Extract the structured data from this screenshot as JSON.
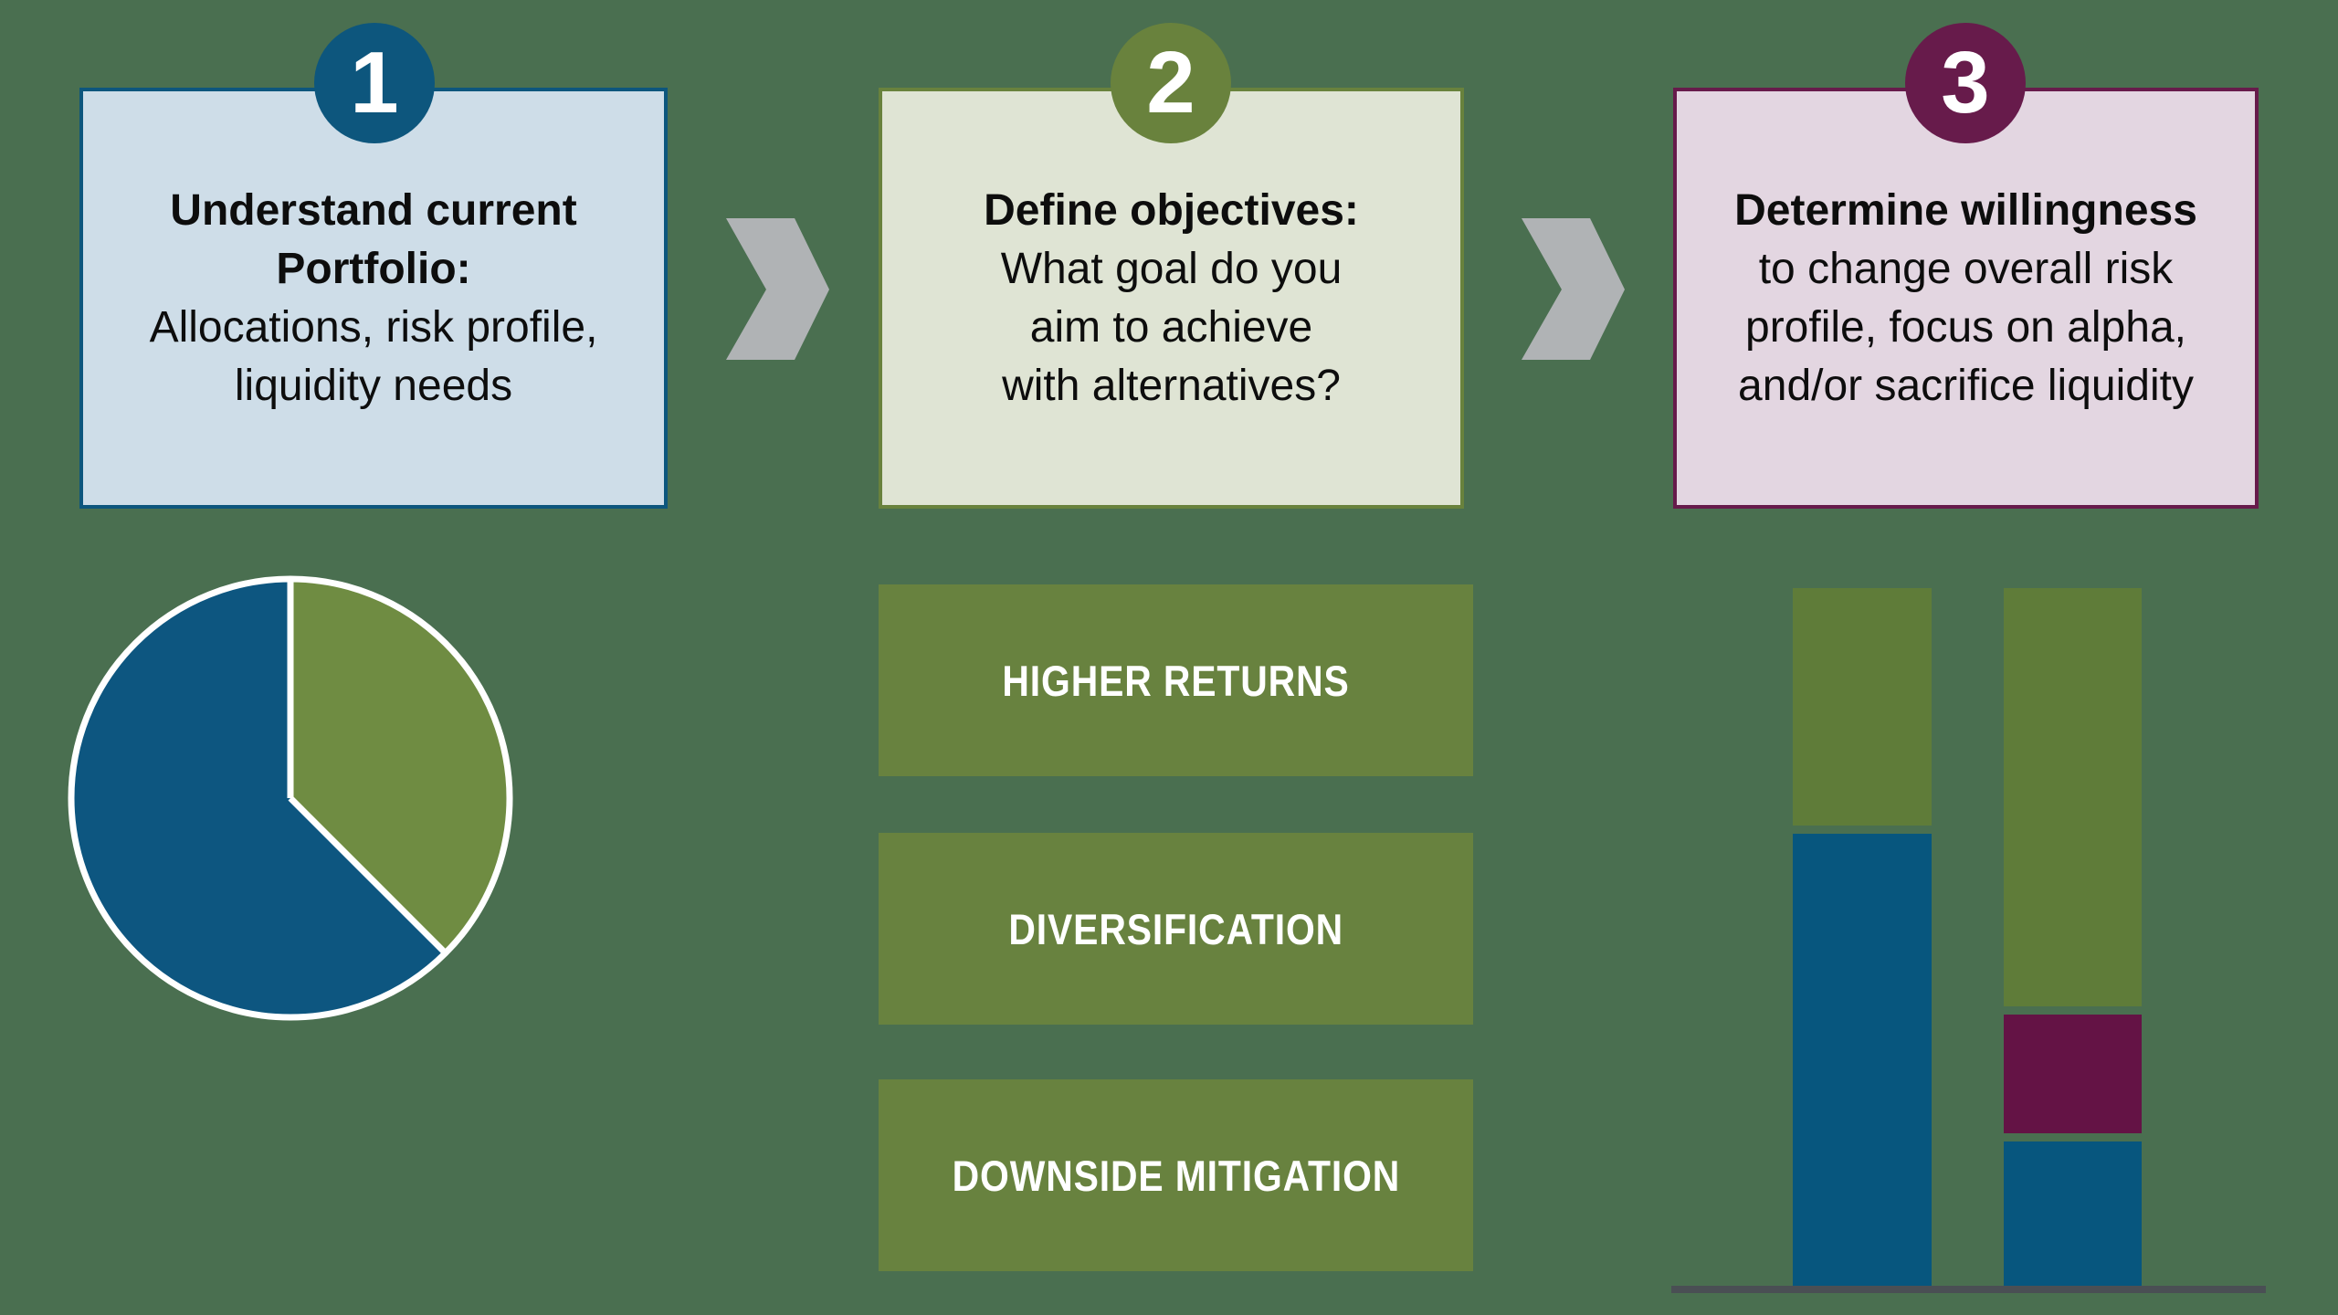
{
  "background_color": "#4a6f50",
  "text_color": "#0d0d0d",
  "chevron_color": "#b0b3b5",
  "button_color": "#68823f",
  "steps": [
    {
      "number": "1",
      "accent_color": "#0d567d",
      "fill_color": "#cedde8",
      "lines": {
        "0": "Understand current",
        "1": "Portfolio:",
        "2": "Allocations, risk profile,",
        "3": "liquidity needs"
      }
    },
    {
      "number": "2",
      "accent_color": "#69823d",
      "fill_color": "#dfe4d4",
      "lines": {
        "0": "Define objectives:",
        "1": "What goal do you",
        "2": "aim to achieve",
        "3": "with alternatives?"
      }
    },
    {
      "number": "3",
      "accent_color": "#671b4b",
      "fill_color": "#e3d6e1",
      "lines": {
        "0": "Determine willingness",
        "1": "to change overall risk",
        "2": "profile, focus on alpha,",
        "3": "and/or sacrifice liquidity"
      }
    }
  ],
  "objective_buttons": [
    {
      "label": "HIGHER RETURNS"
    },
    {
      "label": "DIVERSIFICATION"
    },
    {
      "label": "DOWNSIDE MITIGATION"
    }
  ],
  "chart_data": [
    {
      "type": "pie",
      "title": "",
      "start_angle_deg": 0,
      "direction": "clockwise",
      "stroke_color": "#ffffff",
      "slices": [
        {
          "name": "green-slice",
          "value": 37.5,
          "color": "#6f8c42"
        },
        {
          "name": "blue-slice",
          "value": 62.5,
          "color": "#0d5680"
        }
      ],
      "units": "percent of circle (estimated from segment angles; no labels shown)"
    },
    {
      "type": "bar",
      "subtype": "stacked-vertical",
      "categories": [
        "bar-1",
        "bar-2"
      ],
      "series": [
        {
          "name": "green-top-segment",
          "color": "#5f7c39",
          "values": [
            34,
            60
          ]
        },
        {
          "name": "maroon-mid-segment",
          "color": "#641345",
          "values": [
            0,
            17
          ]
        },
        {
          "name": "blue-bottom-segment",
          "color": "#07567e",
          "values": [
            66,
            21
          ]
        }
      ],
      "units": "percent of bar height (estimated; no value labels shown)",
      "baseline_color": "#4a4f54",
      "grid": false,
      "legend": false
    }
  ]
}
